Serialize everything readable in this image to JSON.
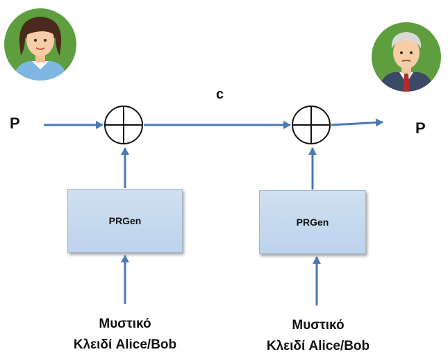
{
  "labels": {
    "plaintext_in": "P",
    "ciphertext": "c",
    "plaintext_out": "P"
  },
  "blocks": {
    "left_prg": "PRGen",
    "right_prg": "PRGen"
  },
  "keys": {
    "left_line1": "Μυστικό",
    "left_line2": "Κλειδί Alice/Bob",
    "right_line1": "Μυστικό",
    "right_line2": "Κλειδί Alice/Bob"
  },
  "colors": {
    "arrow": "#4a7ab5",
    "avatar_bg": "#5e9e3e",
    "block_fill": "#c5daf0"
  },
  "icons": {
    "sender": "woman-avatar-icon",
    "receiver": "old-man-avatar-icon",
    "xor": "xor-circle-icon"
  }
}
